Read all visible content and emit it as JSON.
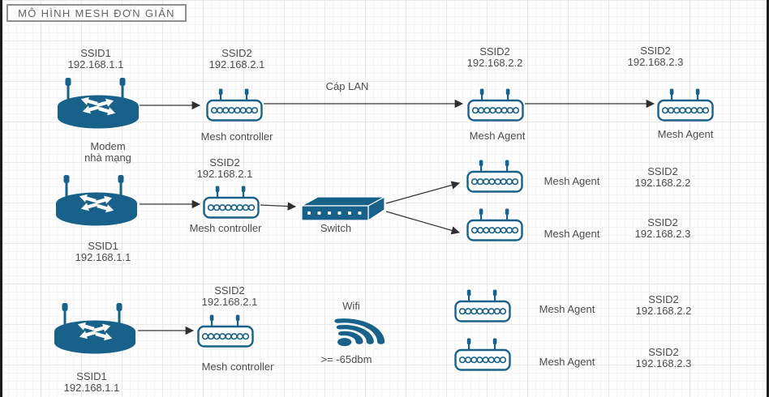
{
  "title": "MÔ HÌNH MESH ĐƠN GIẢN",
  "colors": {
    "device_blue": "#17618a",
    "label_text": "#4d4d4d",
    "title_text": "#636363",
    "title_border": "#8f8f8f",
    "connector": "#383838",
    "grid_minor": "#f4f4f4",
    "grid_major": "#e8e8e8"
  },
  "rows": {
    "row1": {
      "modem": {
        "ssid": "SSID1",
        "ip": "192.168.1.1",
        "caption_line1": "Modem",
        "caption_line2": "nhà mạng"
      },
      "controller": {
        "ssid": "SSID2",
        "ip": "192.168.2.1",
        "caption": "Mesh controller"
      },
      "lan_label": "Cáp LAN",
      "agent1": {
        "ssid": "SSID2",
        "ip": "192.168.2.2",
        "caption": "Mesh Agent"
      },
      "agent2": {
        "ssid": "SSID2",
        "ip": "192.168.2.3",
        "caption": "Mesh Agent"
      }
    },
    "row2": {
      "modem": {
        "ssid": "SSID1",
        "ip": "192.168.1.1"
      },
      "controller": {
        "ssid": "SSID2",
        "ip": "192.168.2.1",
        "caption": "Mesh controller"
      },
      "switch": {
        "caption": "Switch"
      },
      "agent1": {
        "ssid": "SSID2",
        "ip": "192.168.2.2",
        "caption": "Mesh Agent"
      },
      "agent2": {
        "ssid": "SSID2",
        "ip": "192.168.2.3",
        "caption": "Mesh Agent"
      }
    },
    "row3": {
      "modem": {
        "ssid": "SSID1",
        "ip": "192.168.1.1"
      },
      "controller": {
        "ssid": "SSID2",
        "ip": "192.168.2.1",
        "caption": "Mesh controller"
      },
      "wifi": {
        "caption": "Wifi",
        "signal": ">= -65dbm"
      },
      "agent1": {
        "ssid": "SSID2",
        "ip": "192.168.2.2",
        "caption": "Mesh Agent"
      },
      "agent2": {
        "ssid": "SSID2",
        "ip": "192.168.2.3",
        "caption": "Mesh Agent"
      }
    }
  }
}
